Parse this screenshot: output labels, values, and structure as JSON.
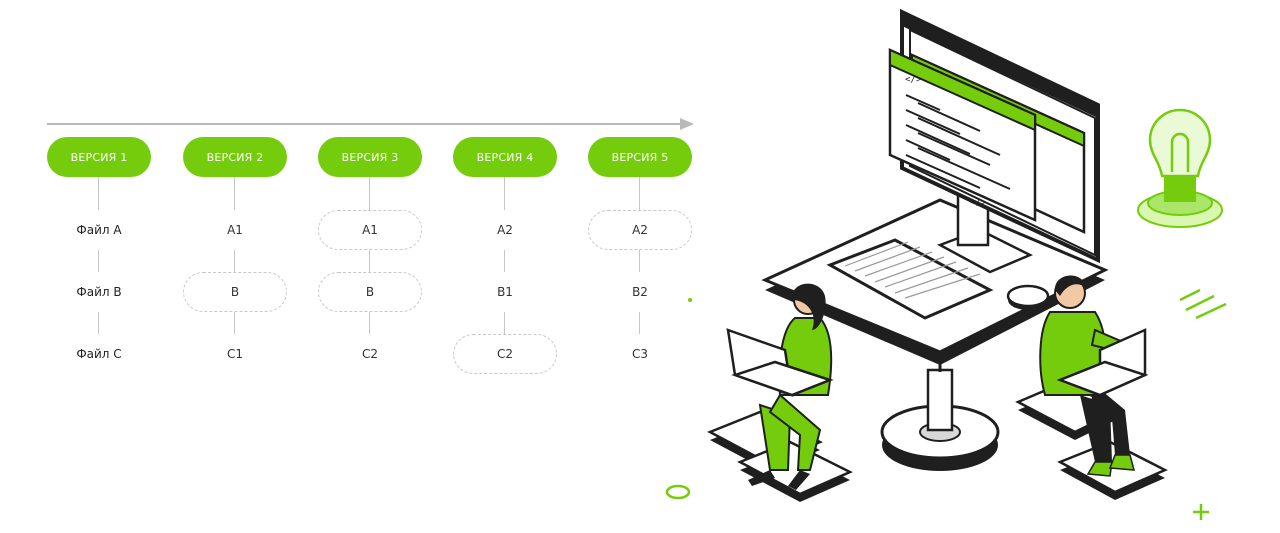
{
  "diagram": {
    "rows": {
      "a": "Файл A",
      "b": "Файл B",
      "c": "Файл C"
    },
    "versions": [
      {
        "label": "ВЕРСИЯ 1",
        "a": "",
        "b": "",
        "c": ""
      },
      {
        "label": "ВЕРСИЯ 2",
        "a": "A1",
        "b": "B",
        "c": "C1"
      },
      {
        "label": "ВЕРСИЯ 3",
        "a": "A1",
        "b": "B",
        "c": "C2"
      },
      {
        "label": "ВЕРСИЯ 4",
        "a": "A2",
        "b": "B1",
        "c": "C2"
      },
      {
        "label": "ВЕРСИЯ 5",
        "a": "A2",
        "b": "B2",
        "c": "C3"
      }
    ],
    "unchanged": [
      [],
      [
        "b"
      ],
      [
        "a",
        "b"
      ],
      [
        "c"
      ],
      [
        "a"
      ]
    ]
  },
  "illustration": {
    "code_open_tag": "</>",
    "code_close_tag": "</>"
  },
  "colors": {
    "accent": "#74cc0c",
    "line": "#b9b9b9",
    "dark": "#1f1f1f"
  },
  "icons": [
    "monitor-icon",
    "keyboard-icon",
    "mouse-icon",
    "laptop-icon",
    "lightbulb-icon",
    "gear-icon",
    "plus-icon"
  ]
}
